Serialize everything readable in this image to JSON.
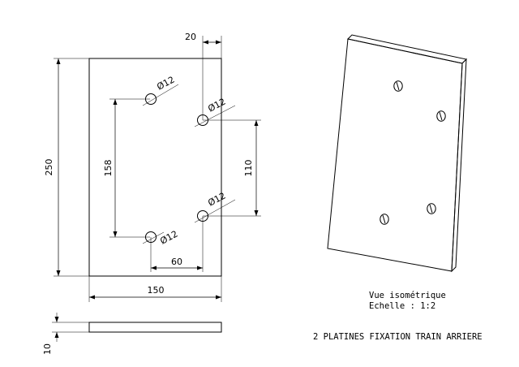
{
  "front_view": {
    "dim_overall_height": "250",
    "dim_width": "150",
    "dim_edge_offset": "20",
    "dim_left_hole_spacing": "158",
    "dim_right_hole_spacing": "110",
    "dim_hole_column_spacing": "60",
    "hole_callout": "Ø12"
  },
  "side_view": {
    "dim_thickness": "10"
  },
  "iso_view": {
    "caption_line1": "Vue isométrique",
    "caption_line2": "Echelle :  1:2"
  },
  "title_block": {
    "title": "2 PLATINES FIXATION TRAIN ARRIERE"
  },
  "theme": {
    "line_color": "#000000",
    "background": "#ffffff"
  }
}
